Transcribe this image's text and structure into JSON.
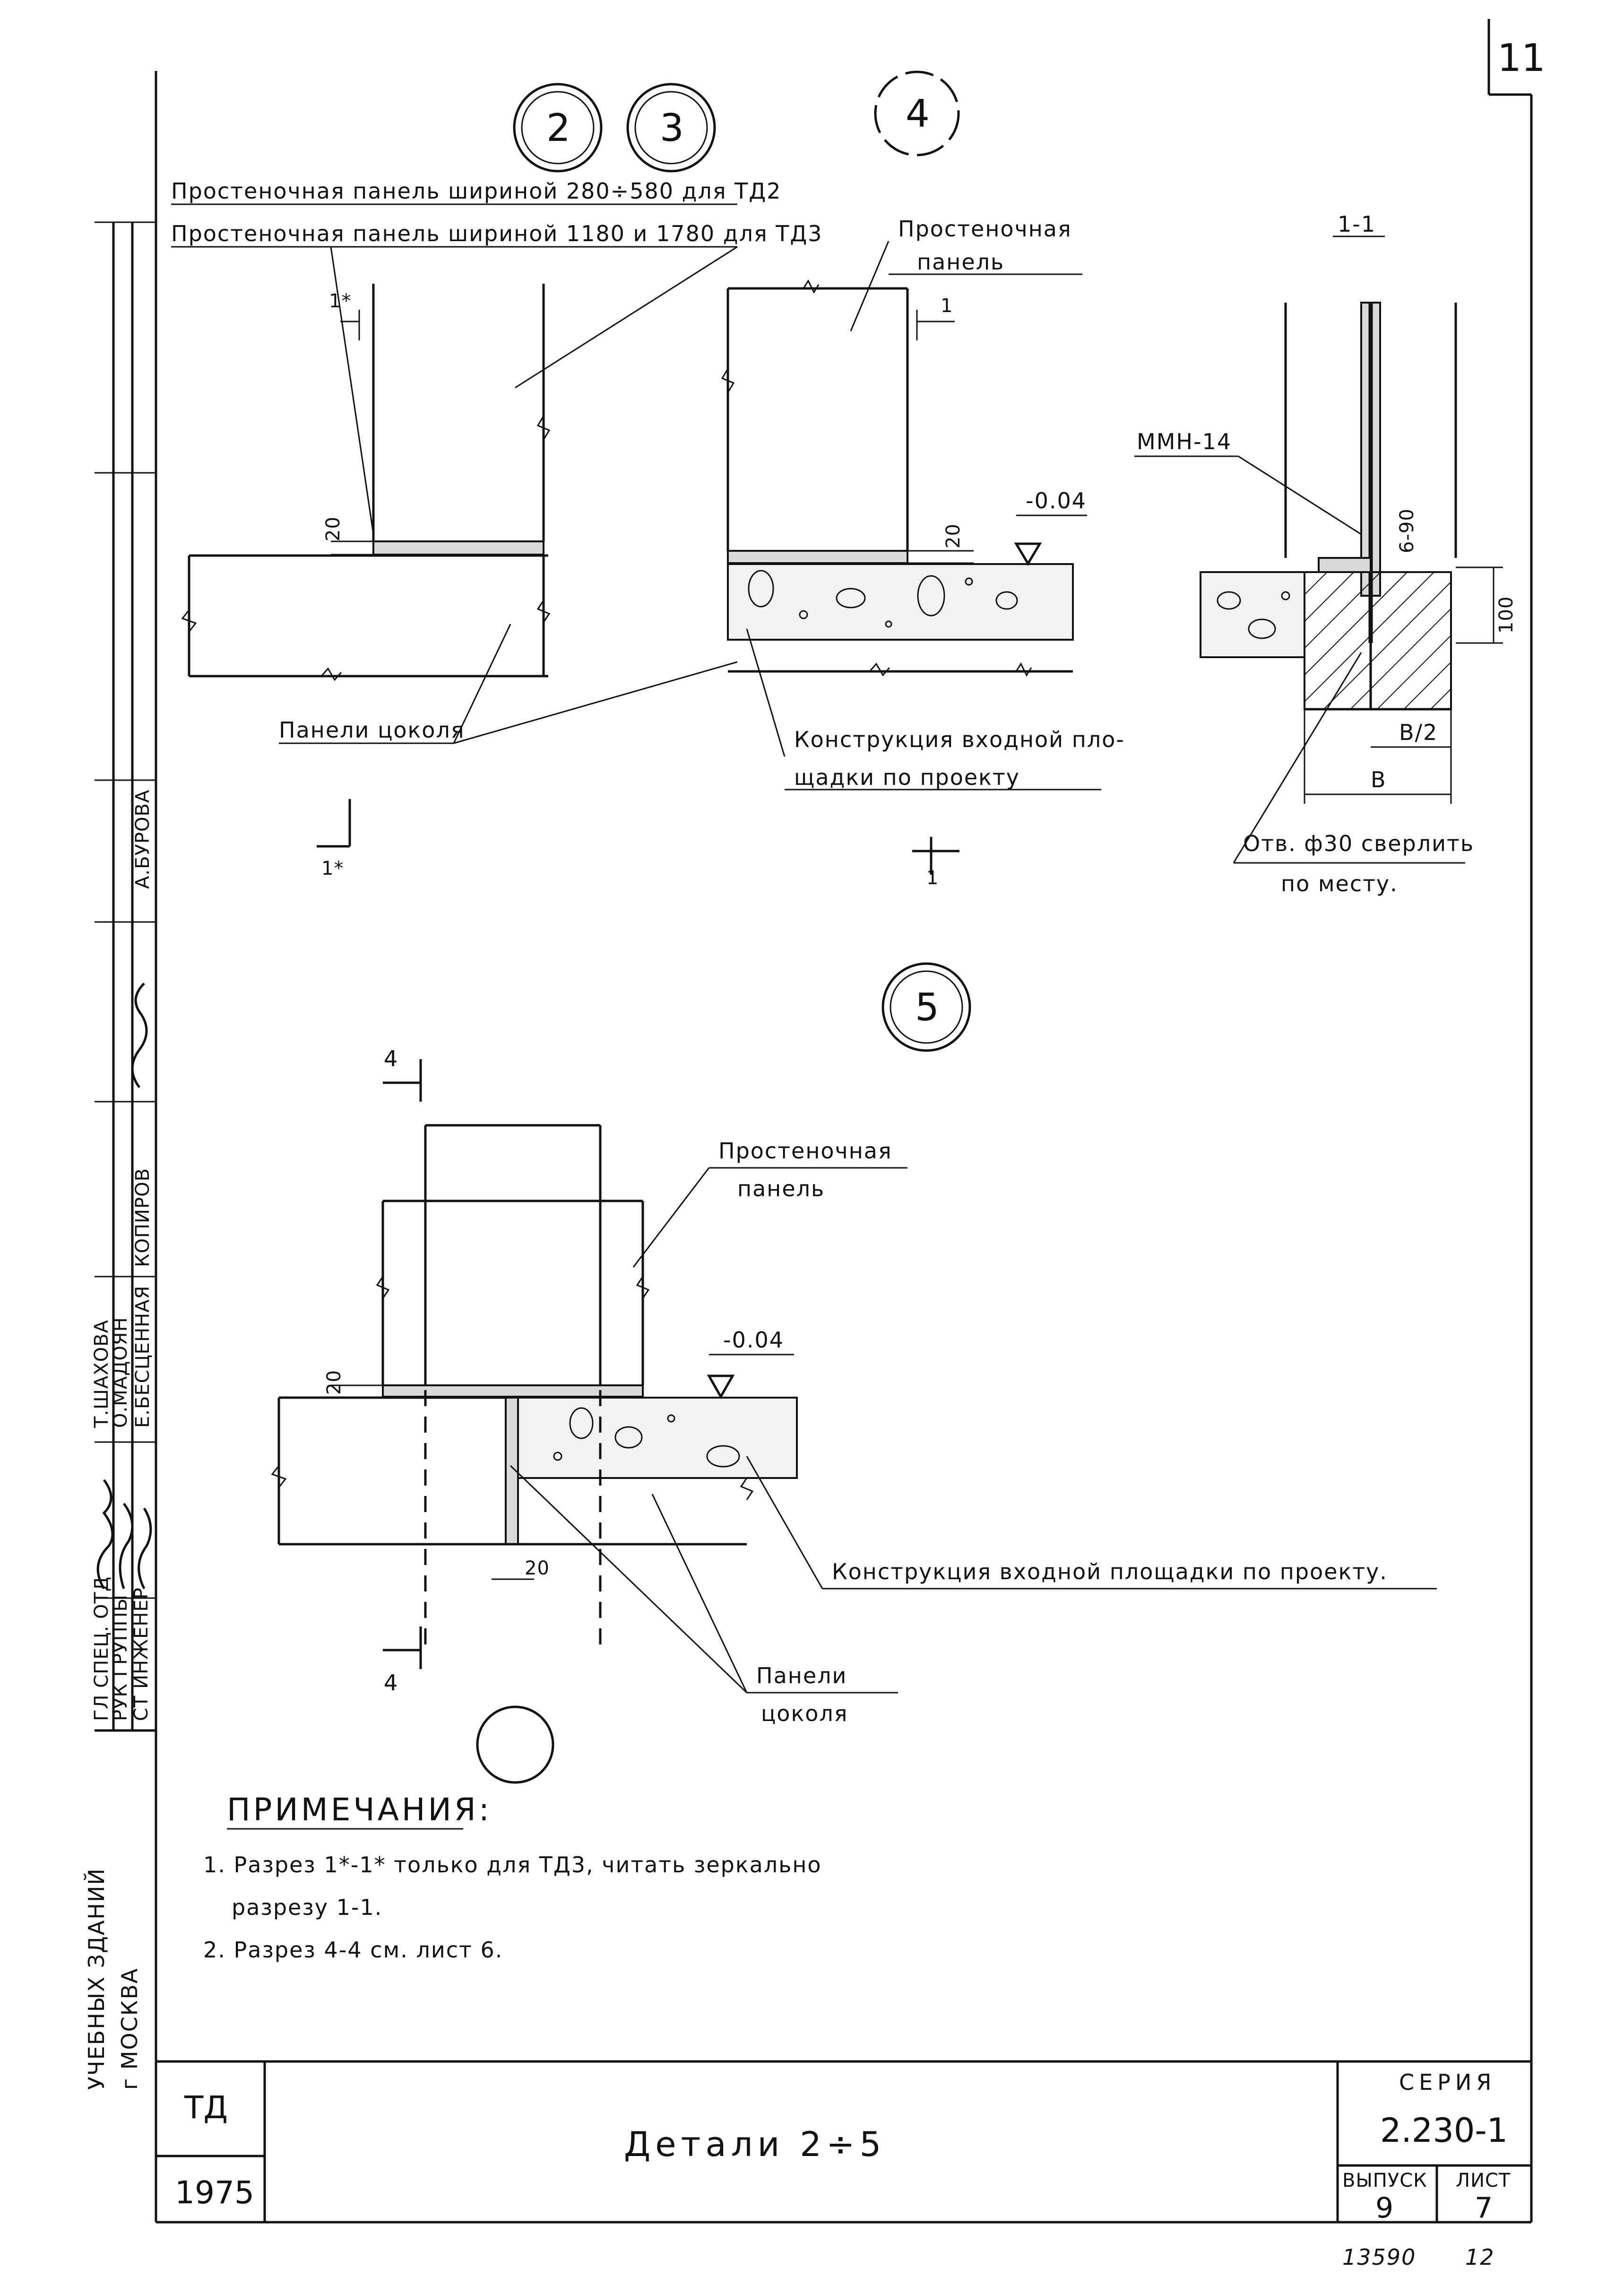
{
  "sheet": {
    "sheet_no_corner": "11",
    "title": "Детали 2÷5",
    "org_code": "ТД",
    "year": "1975",
    "series_label": "СЕРИЯ",
    "series_value": "2.230-1",
    "issue_label": "ВЫПУСК",
    "issue_value": "9",
    "sheet_label": "ЛИСТ",
    "sheet_value": "7",
    "stamp_number": "13590",
    "stamp_page": "12"
  },
  "side_stamp": {
    "roles": [
      "ГЛ СПЕЦ. ОТД",
      "РУК ГРУППЫ",
      "СТ ИНЖЕНЕР"
    ],
    "names": [
      "А.БУРОВА",
      "КОПИРОВ",
      "Т.ШАХОВА",
      "О.МАДОЯН",
      "Е.БЕСЦЕННАЯ"
    ],
    "institute": "УЧЕБНЫХ ЗДАНИЙ",
    "city": "г МОСКВА"
  },
  "details": {
    "markers": [
      "2",
      "3",
      "4",
      "5"
    ],
    "d23": {
      "label_panel_a": "Простеночная панель шириной 280÷580 для ТД2",
      "label_panel_b": "Простеночная панель шириной 1180 и 1780 для ТД3",
      "section_mark": "1*",
      "dim_joint": "20",
      "label_plinth": "Панели цоколя"
    },
    "d4": {
      "label_panel_l1": "Простеночная",
      "label_panel_l2": "панель",
      "section_mark": "1",
      "dim_joint": "20",
      "level": "-0.04",
      "label_platform_l1": "Конструкция входной пло-",
      "label_platform_l2": "щадки по проекту"
    },
    "section11": {
      "title": "1-1",
      "rod": "ММН-14",
      "dim_gap": "6-90",
      "dim_depth": "100",
      "dim_half": "B/2",
      "dim_full": "B",
      "label_hole_l1": "Отв. ф30 сверлить",
      "label_hole_l2": "по месту."
    },
    "d5": {
      "section_mark": "4",
      "label_panel_l1": "Простеночная",
      "label_panel_l2": "панель",
      "level": "-0.04",
      "dim_joint_top": "20",
      "dim_joint_bottom": "20",
      "label_platform": "Конструкция входной площадки по проекту.",
      "label_plinth_l1": "Панели",
      "label_plinth_l2": "цоколя"
    }
  },
  "notes": {
    "heading": "ПРИМЕЧАНИЯ:",
    "items": [
      "1. Разрез 1*-1* только для ТД3, читать зеркально",
      "разрезу 1-1.",
      "2. Разрез 4-4 см. лист 6."
    ]
  }
}
